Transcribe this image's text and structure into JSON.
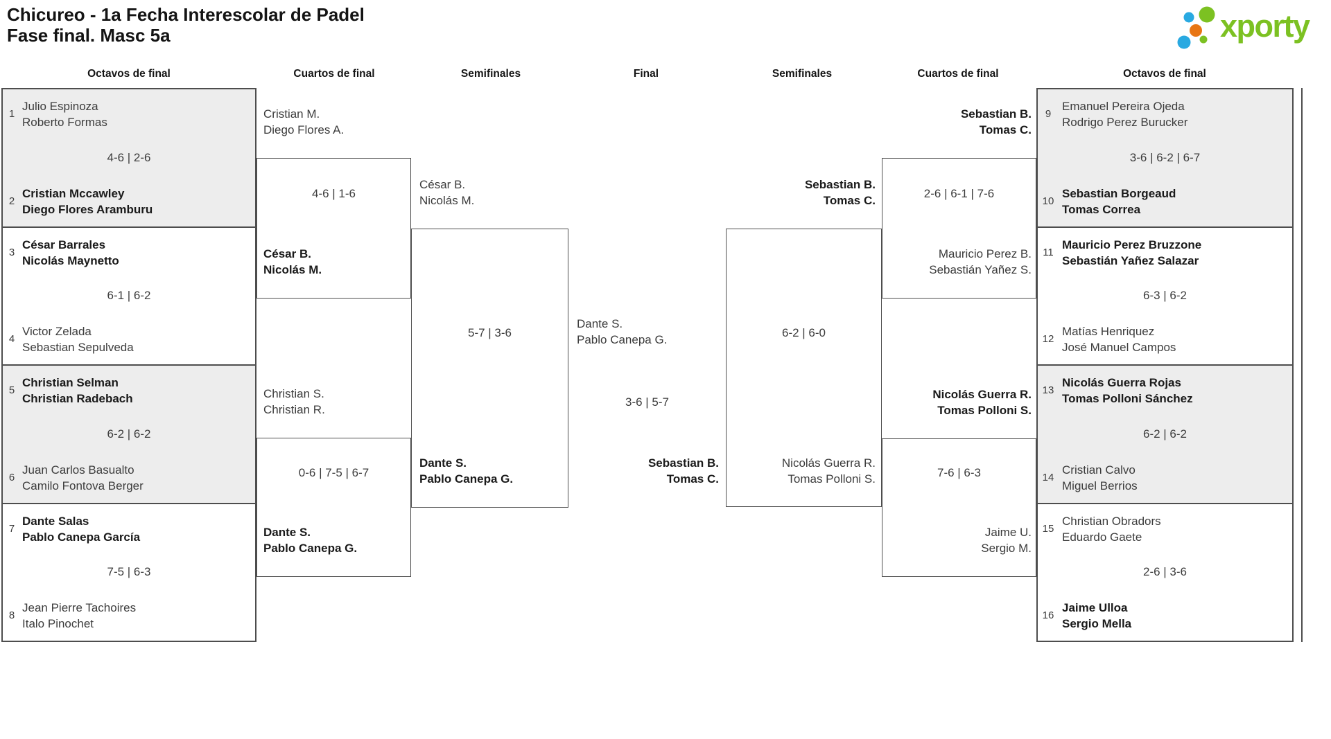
{
  "title": {
    "line1": "Chicureo - 1a Fecha Interescolar de Padel",
    "line2": "Fase final. Masc 5a"
  },
  "logo": {
    "brand": "xporty",
    "colors": {
      "green": "#7cc122",
      "blue": "#29a9e1",
      "orange": "#e87613"
    }
  },
  "rounds": [
    "Octavos de final",
    "Cuartos de final",
    "Semifinales",
    "Final",
    "Semifinales",
    "Cuartos de final",
    "Octavos de final"
  ],
  "matches": {
    "r16_left": [
      {
        "seed_top": "1",
        "top": [
          "Julio Espinoza",
          "Roberto Formas"
        ],
        "score": "4-6 | 2-6",
        "seed_bottom": "2",
        "bottom": [
          "Cristian Mccawley",
          "Diego Flores Aramburu"
        ],
        "winner": "bottom"
      },
      {
        "seed_top": "3",
        "top": [
          "César Barrales",
          "Nicolás Maynetto"
        ],
        "score": "6-1 | 6-2",
        "seed_bottom": "4",
        "bottom": [
          "Victor Zelada",
          "Sebastian Sepulveda"
        ],
        "winner": "top"
      },
      {
        "seed_top": "5",
        "top": [
          "Christian Selman",
          "Christian Radebach"
        ],
        "score": "6-2 | 6-2",
        "seed_bottom": "6",
        "bottom": [
          "Juan Carlos Basualto",
          "Camilo Fontova Berger"
        ],
        "winner": "top"
      },
      {
        "seed_top": "7",
        "top": [
          "Dante Salas",
          "Pablo Canepa García"
        ],
        "score": "7-5 | 6-3",
        "seed_bottom": "8",
        "bottom": [
          "Jean Pierre Tachoires",
          "Italo Pinochet"
        ],
        "winner": "top"
      }
    ],
    "qf_left": [
      {
        "top": [
          "Cristian M.",
          "Diego Flores A."
        ],
        "score": "4-6 | 1-6",
        "bottom": [
          "César B.",
          "Nicolás M."
        ],
        "winner": "bottom"
      },
      {
        "top": [
          "Christian S.",
          "Christian R."
        ],
        "score": "0-6 | 7-5 | 6-7",
        "bottom": [
          "Dante S.",
          "Pablo Canepa G."
        ],
        "winner": "bottom"
      }
    ],
    "sf_left": {
      "top": [
        "César B.",
        "Nicolás M."
      ],
      "score": "5-7 | 3-6",
      "bottom": [
        "Dante S.",
        "Pablo Canepa G."
      ],
      "winner": "bottom"
    },
    "final": {
      "top": [
        "Dante S.",
        "Pablo Canepa G."
      ],
      "score": "3-6 | 5-7",
      "bottom": [
        "Sebastian B.",
        "Tomas C."
      ],
      "winner": "bottom"
    },
    "sf_right": {
      "top": [
        "Sebastian B.",
        "Tomas C."
      ],
      "score": "6-2 | 6-0",
      "bottom": [
        "Nicolás Guerra R.",
        "Tomas Polloni S."
      ],
      "winner": "top"
    },
    "qf_right": [
      {
        "top": [
          "Sebastian B.",
          "Tomas C."
        ],
        "score": "2-6 | 6-1 | 7-6",
        "bottom": [
          "Mauricio Perez B.",
          "Sebastián Yañez S."
        ],
        "winner": "top"
      },
      {
        "top": [
          "Nicolás Guerra R.",
          "Tomas Polloni S."
        ],
        "score": "7-6 | 6-3",
        "bottom": [
          "Jaime U.",
          "Sergio M."
        ],
        "winner": "top"
      }
    ],
    "r16_right": [
      {
        "seed_top": "9",
        "top": [
          "Emanuel Pereira Ojeda",
          "Rodrigo Perez Burucker"
        ],
        "score": "3-6 | 6-2 | 6-7",
        "seed_bottom": "10",
        "bottom": [
          "Sebastian Borgeaud",
          "Tomas Correa"
        ],
        "winner": "bottom"
      },
      {
        "seed_top": "11",
        "top": [
          "Mauricio Perez Bruzzone",
          "Sebastián Yañez Salazar"
        ],
        "score": "6-3 | 6-2",
        "seed_bottom": "12",
        "bottom": [
          "Matías Henriquez",
          "José Manuel Campos"
        ],
        "winner": "top"
      },
      {
        "seed_top": "13",
        "top": [
          "Nicolás Guerra Rojas",
          "Tomas Polloni Sánchez"
        ],
        "score": "6-2 | 6-2",
        "seed_bottom": "14",
        "bottom": [
          "Cristian Calvo",
          "Miguel Berrios"
        ],
        "winner": "top"
      },
      {
        "seed_top": "15",
        "top": [
          "Christian Obradors",
          "Eduardo Gaete"
        ],
        "score": "2-6 | 3-6",
        "seed_bottom": "16",
        "bottom": [
          "Jaime Ulloa",
          "Sergio Mella"
        ],
        "winner": "bottom"
      }
    ]
  }
}
